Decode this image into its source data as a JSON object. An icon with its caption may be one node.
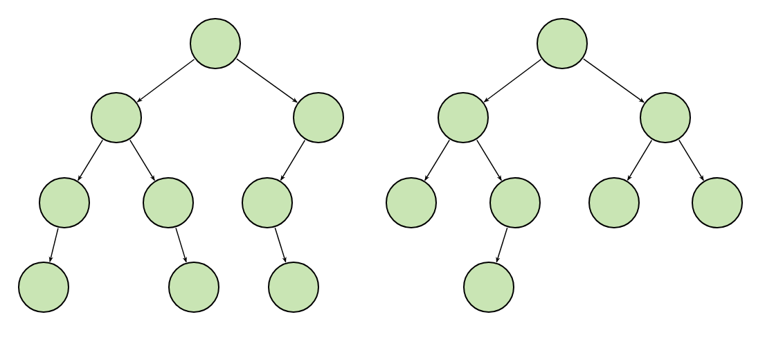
{
  "diagram": {
    "nodes": [
      {
        "text": [],
        "shape": "circle"
      },
      {
        "text": [],
        "shape": "circle"
      },
      {
        "text": [],
        "shape": "circle"
      },
      {
        "text": [],
        "shape": "circle"
      },
      {
        "text": [],
        "shape": "circle"
      },
      {
        "text": [],
        "shape": "circle"
      },
      {
        "text": [],
        "shape": "circle"
      },
      {
        "text": [],
        "shape": "circle"
      },
      {
        "text": [],
        "shape": "circle"
      },
      {
        "text": [],
        "shape": "circle"
      },
      {
        "text": [],
        "shape": "circle"
      },
      {
        "text": [],
        "shape": "circle"
      },
      {
        "text": [],
        "shape": "circle"
      },
      {
        "text": [],
        "shape": "circle"
      },
      {
        "text": [],
        "shape": "circle"
      },
      {
        "text": [],
        "shape": "circle"
      },
      {
        "text": [],
        "shape": "circle"
      }
    ],
    "edges": [
      {
        "from": 0,
        "to": 1,
        "arrow": "to"
      },
      {
        "from": 0,
        "to": 2,
        "arrow": "to"
      },
      {
        "from": 1,
        "to": 3,
        "arrow": "to"
      },
      {
        "from": 1,
        "to": 4,
        "arrow": "to"
      },
      {
        "from": 2,
        "to": 5,
        "arrow": "to"
      },
      {
        "from": 3,
        "to": 6,
        "arrow": "to"
      },
      {
        "from": 4,
        "to": 7,
        "arrow": "to"
      },
      {
        "from": 5,
        "to": 8,
        "arrow": "to"
      },
      {
        "from": 9,
        "to": 10,
        "arrow": "to"
      },
      {
        "from": 9,
        "to": 11,
        "arrow": "to"
      },
      {
        "from": 10,
        "to": 12,
        "arrow": "to"
      },
      {
        "from": 10,
        "to": 13,
        "arrow": "to"
      },
      {
        "from": 11,
        "to": 14,
        "arrow": "to"
      },
      {
        "from": 11,
        "to": 15,
        "arrow": "to"
      },
      {
        "from": 13,
        "to": 16,
        "arrow": "to"
      }
    ]
  }
}
